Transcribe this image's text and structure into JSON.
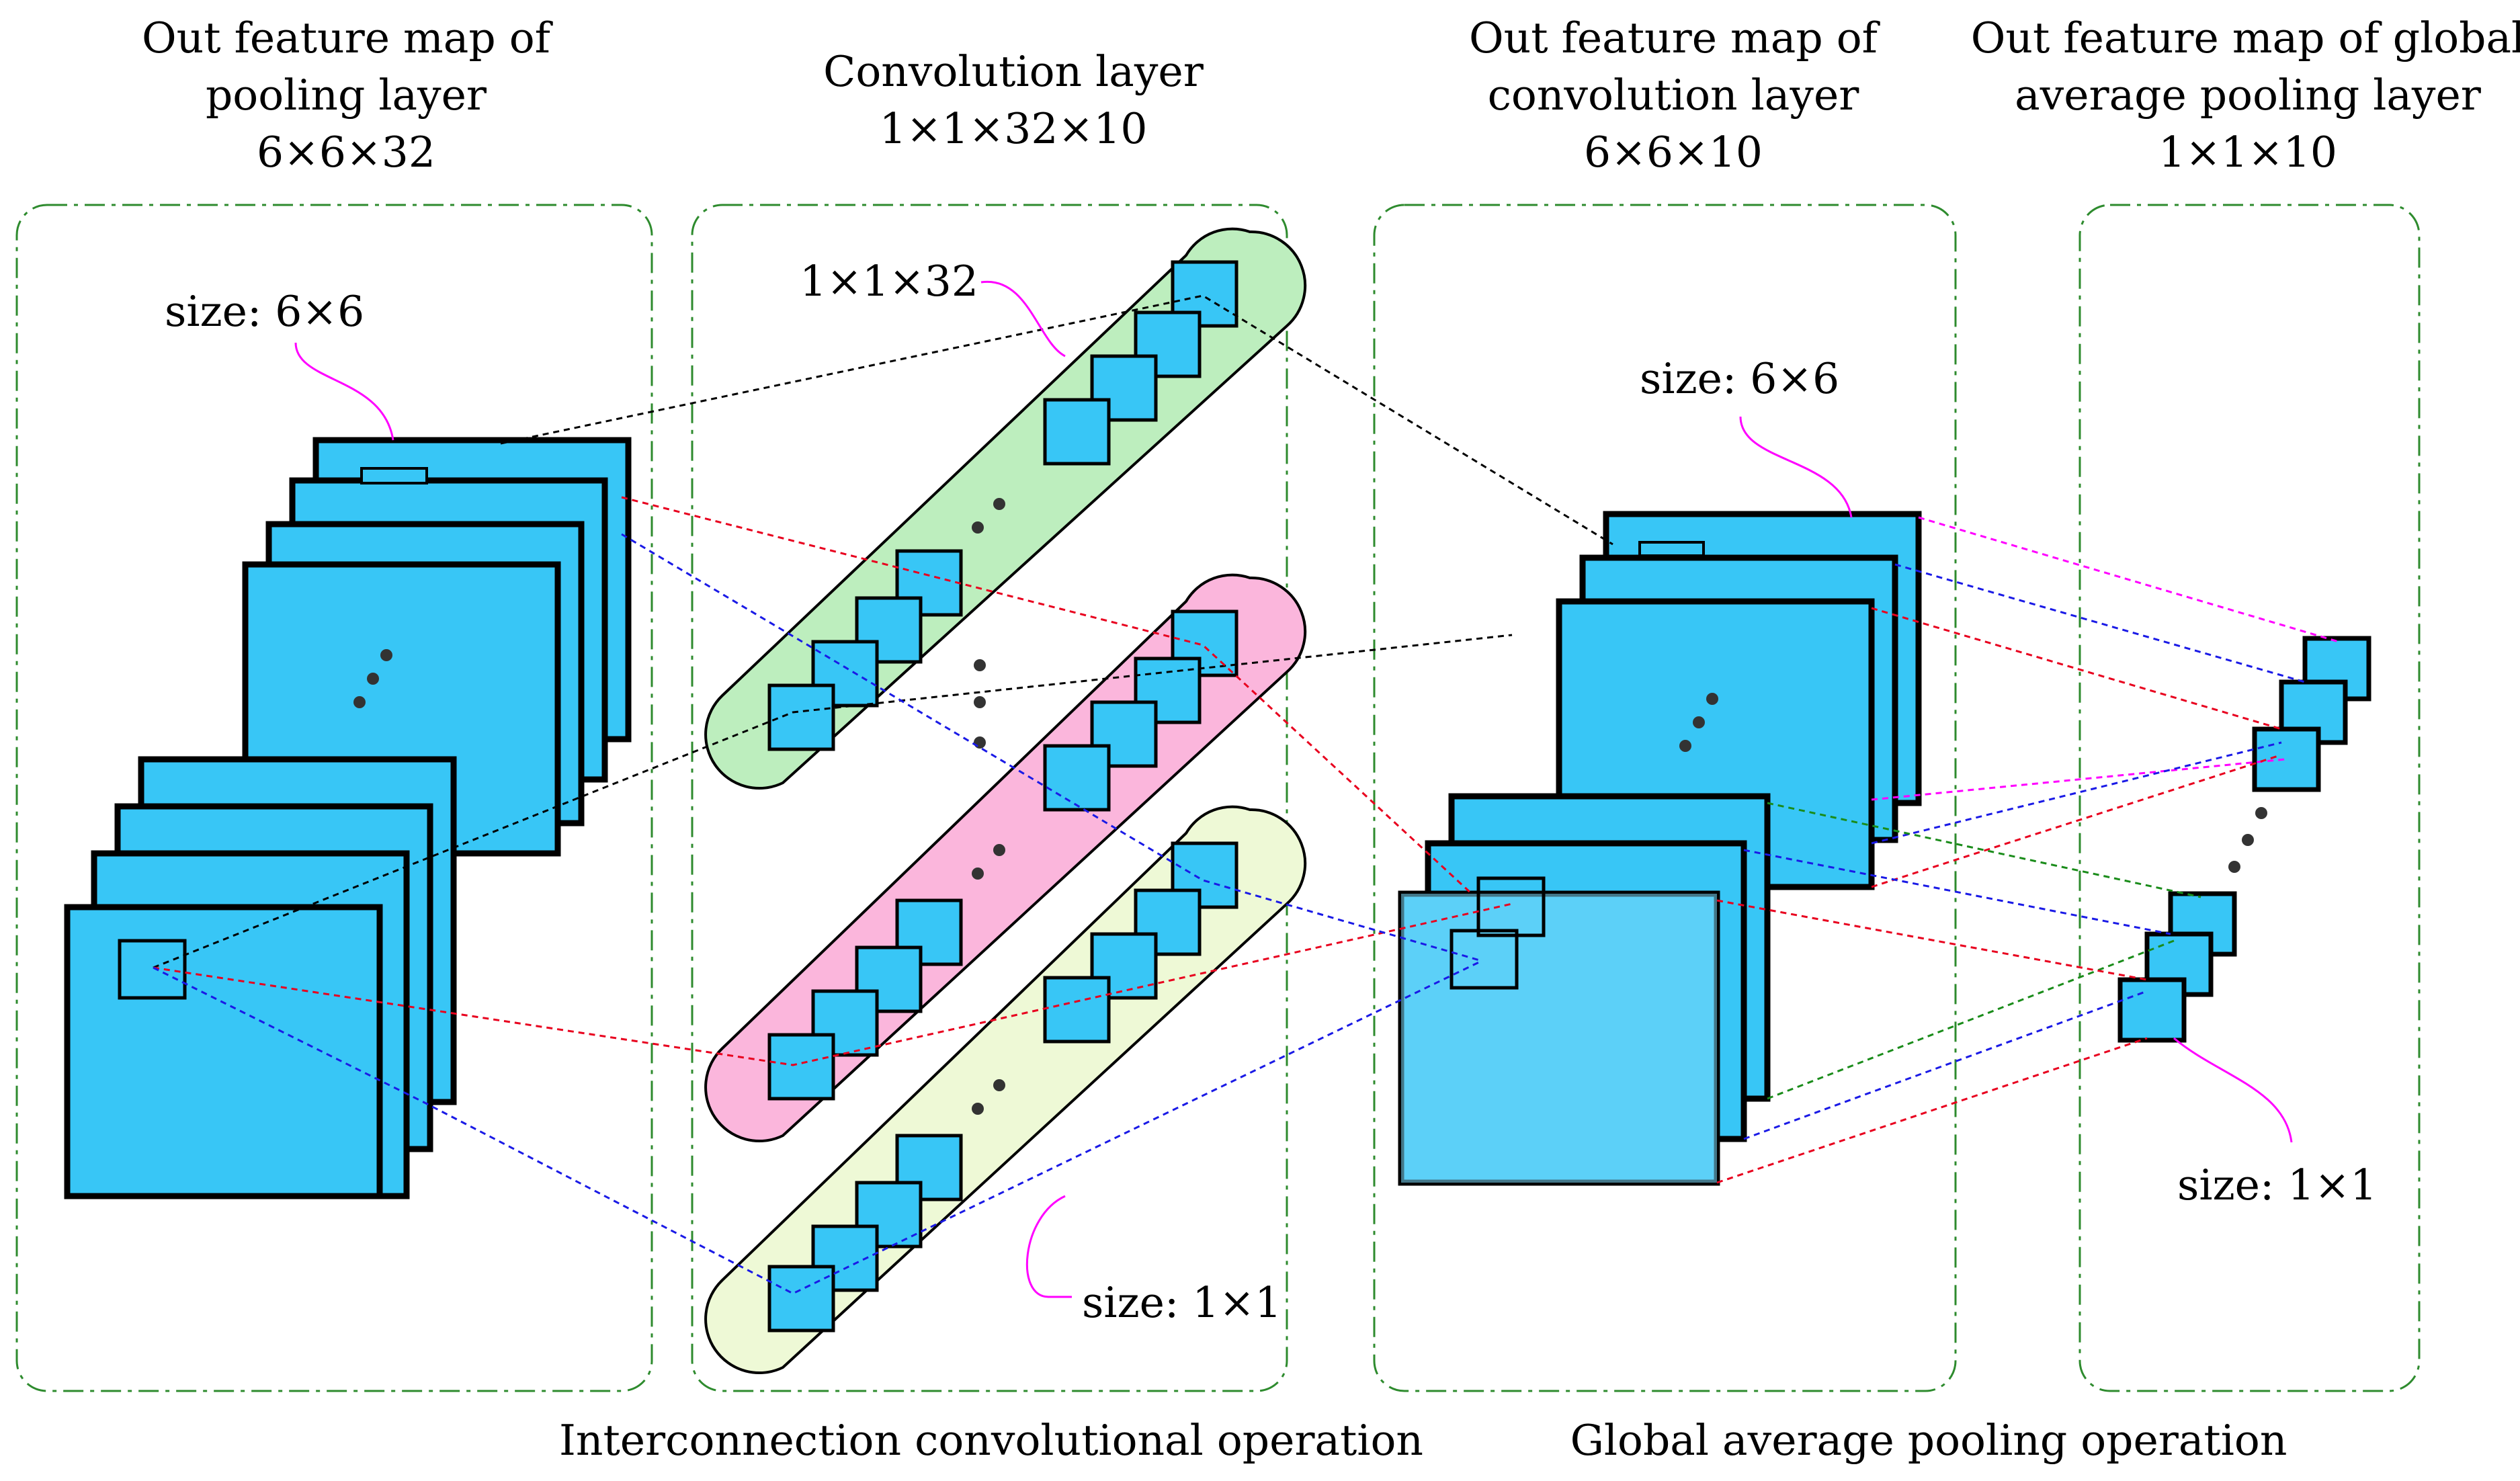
{
  "headers": {
    "pool_out": [
      "Out feature map of",
      "pooling layer",
      "6×6×32"
    ],
    "conv_layer": [
      "Convolution layer",
      "1×1×32×10"
    ],
    "conv_out": [
      "Out feature map of",
      "convolution layer",
      "6×6×10"
    ],
    "gap_out": [
      "Out feature map of global",
      "average pooling layer",
      "1×1×10"
    ]
  },
  "labels": {
    "pool_size": "size: 6×6",
    "kernel_shape": "1×1×32",
    "kernel_size": "size: 1×1",
    "conv_size": "size: 6×6",
    "gap_size": "size: 1×1"
  },
  "captions": {
    "left": "Interconnection convolutional operation",
    "right": "Global average pooling operation"
  },
  "colors": {
    "map_fill": "#38C6F6",
    "map_fill_light": "#7AD8FA",
    "panel_border": "#2E8B2E",
    "kernel_green": "#BDEEBE",
    "kernel_pink": "#FBB6DC",
    "kernel_light": "#EEF9D6",
    "leader": "#FF00FF",
    "link_black": "#000000",
    "link_red": "#E8001E",
    "link_blue": "#1A1AE6",
    "link_green": "#1A8C1A",
    "link_magenta": "#FF00FF"
  }
}
